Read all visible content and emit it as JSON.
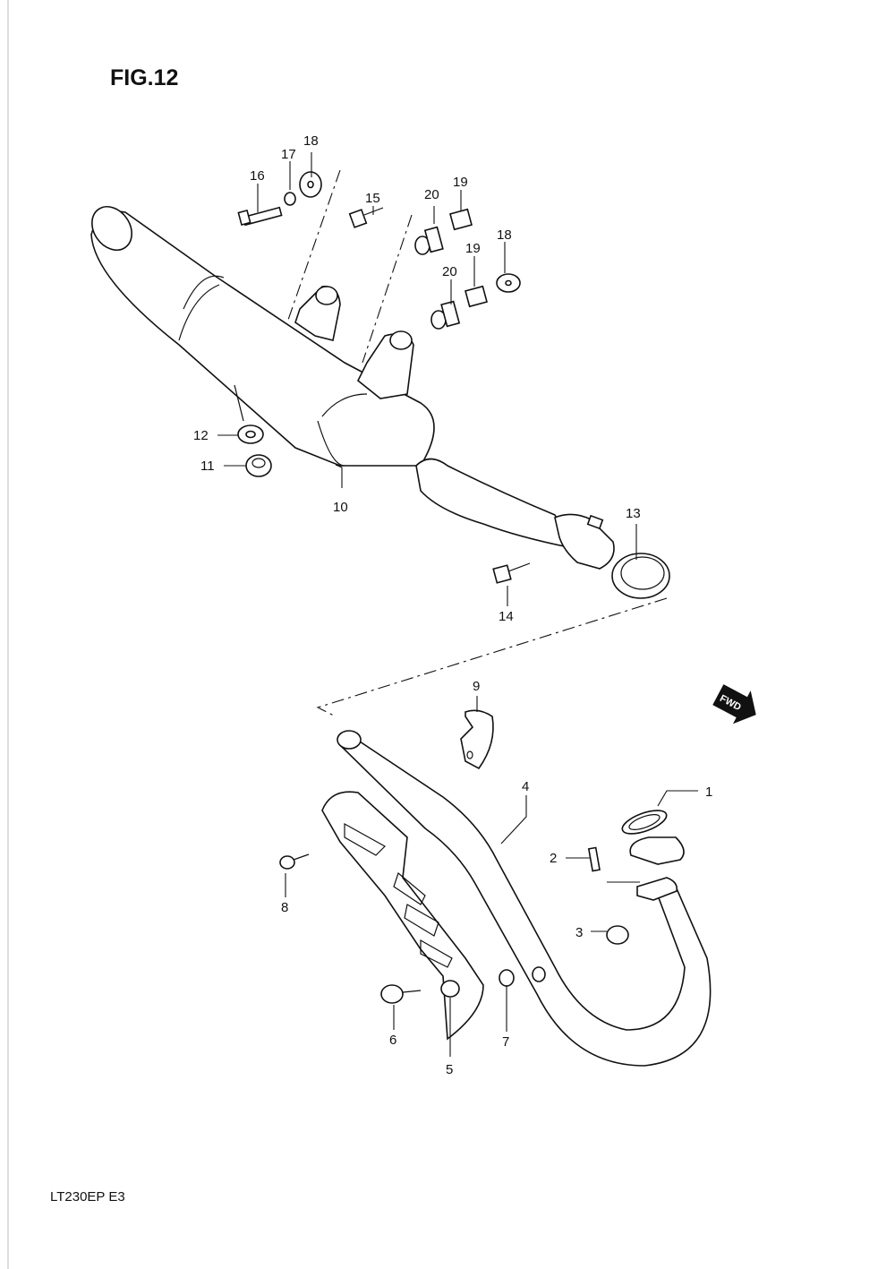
{
  "title": "FIG.12",
  "model_code": "LT230EP  E3",
  "direction_badge": "FWD",
  "callouts": {
    "p1": "1",
    "p2": "2",
    "p3": "3",
    "p4": "4",
    "p5": "5",
    "p6": "6",
    "p7": "7",
    "p8": "8",
    "p9": "9",
    "p10": "10",
    "p11": "11",
    "p12": "12",
    "p13": "13",
    "p14": "14",
    "p15": "15",
    "p16": "16",
    "p17": "17",
    "p18a": "18",
    "p18b": "18",
    "p19a": "19",
    "p19b": "19",
    "p20a": "20",
    "p20b": "20"
  },
  "colors": {
    "ink": "#111111",
    "paper": "#ffffff"
  }
}
